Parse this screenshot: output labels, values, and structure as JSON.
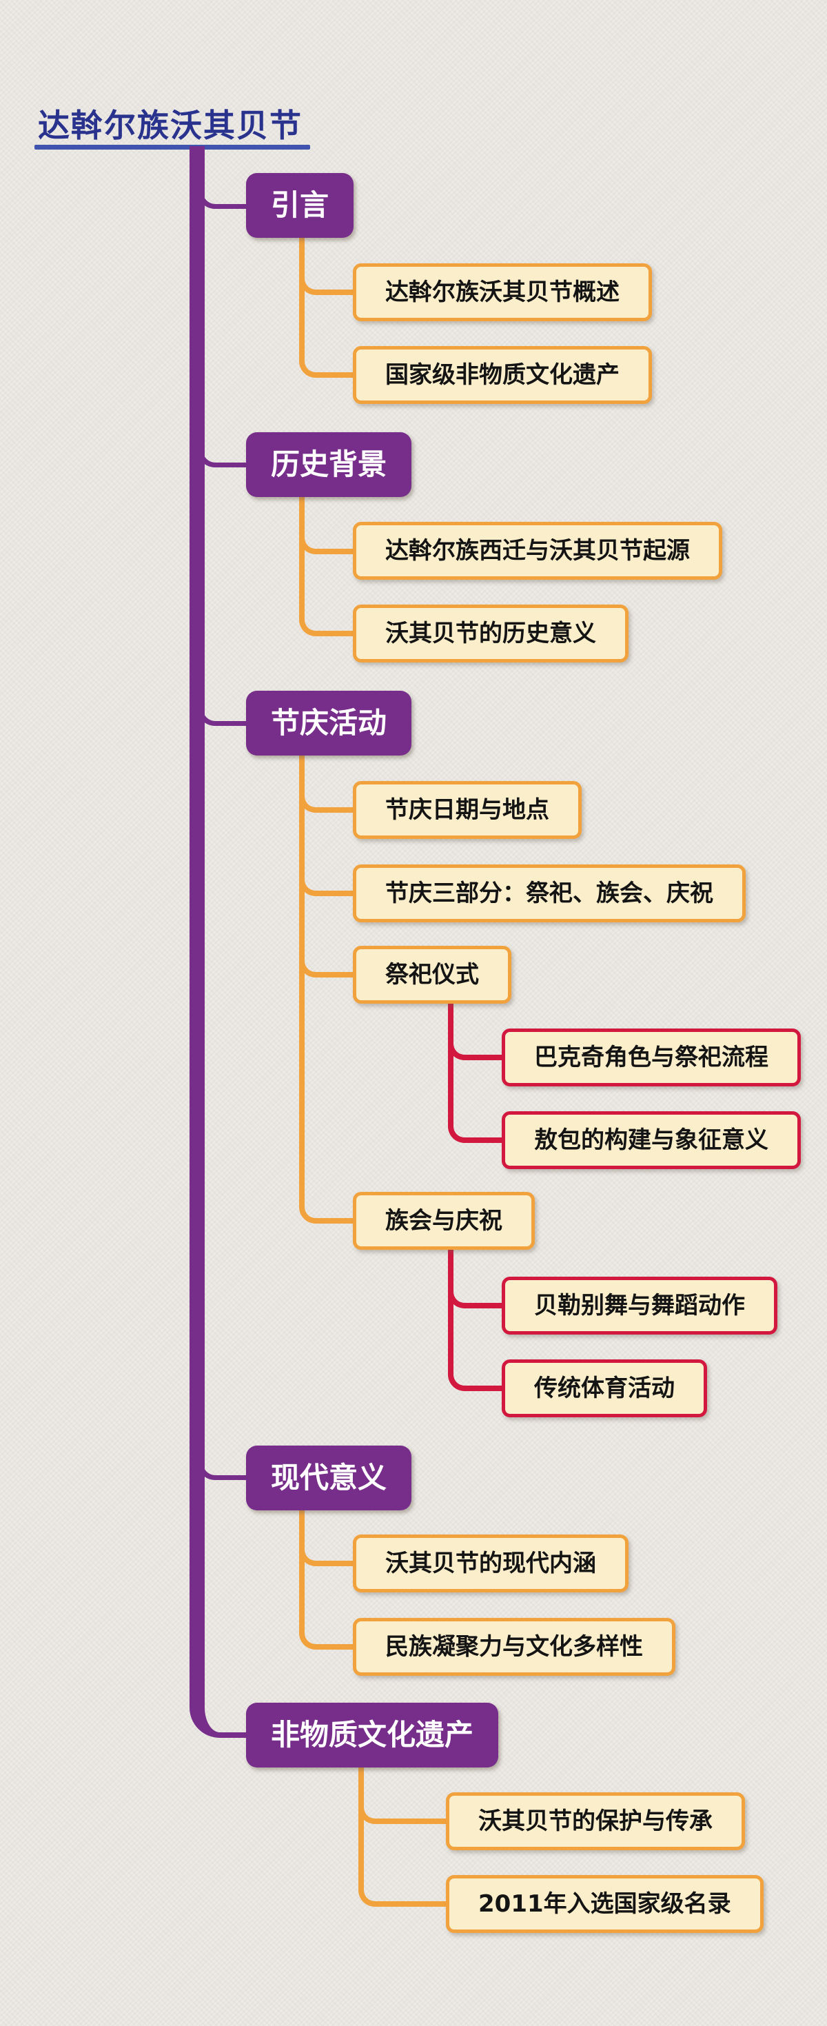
{
  "mindmap": {
    "title": "达斡尔族沃其贝节",
    "branches": [
      {
        "label": "引言",
        "children": [
          {
            "label": "达斡尔族沃其贝节概述"
          },
          {
            "label": "国家级非物质文化遗产"
          }
        ]
      },
      {
        "label": "历史背景",
        "children": [
          {
            "label": "达斡尔族西迁与沃其贝节起源"
          },
          {
            "label": "沃其贝节的历史意义"
          }
        ]
      },
      {
        "label": "节庆活动",
        "children": [
          {
            "label": "节庆日期与地点"
          },
          {
            "label": "节庆三部分：祭祀、族会、庆祝"
          },
          {
            "label": "祭祀仪式",
            "children": [
              {
                "label": "巴克奇角色与祭祀流程"
              },
              {
                "label": "敖包的构建与象征意义"
              }
            ]
          },
          {
            "label": "族会与庆祝",
            "children": [
              {
                "label": "贝勒别舞与舞蹈动作"
              },
              {
                "label": "传统体育活动"
              }
            ]
          }
        ]
      },
      {
        "label": "现代意义",
        "children": [
          {
            "label": "沃其贝节的现代内涵"
          },
          {
            "label": "民族凝聚力与文化多样性"
          }
        ]
      },
      {
        "label": "非物质文化遗产",
        "children": [
          {
            "label": "沃其贝节的保护与传承"
          },
          {
            "label": "2011年入选国家级名录"
          }
        ]
      }
    ],
    "colors": {
      "background": "#e9e6e1",
      "title_blue": "#29338e",
      "underline_blue": "#4053ae",
      "branch_purple": "#772d8a",
      "level2_orange": "#f2a23c",
      "level3_red": "#d2183f",
      "node_fill_cream": "#fbeecb",
      "node_text": "#141414"
    }
  }
}
